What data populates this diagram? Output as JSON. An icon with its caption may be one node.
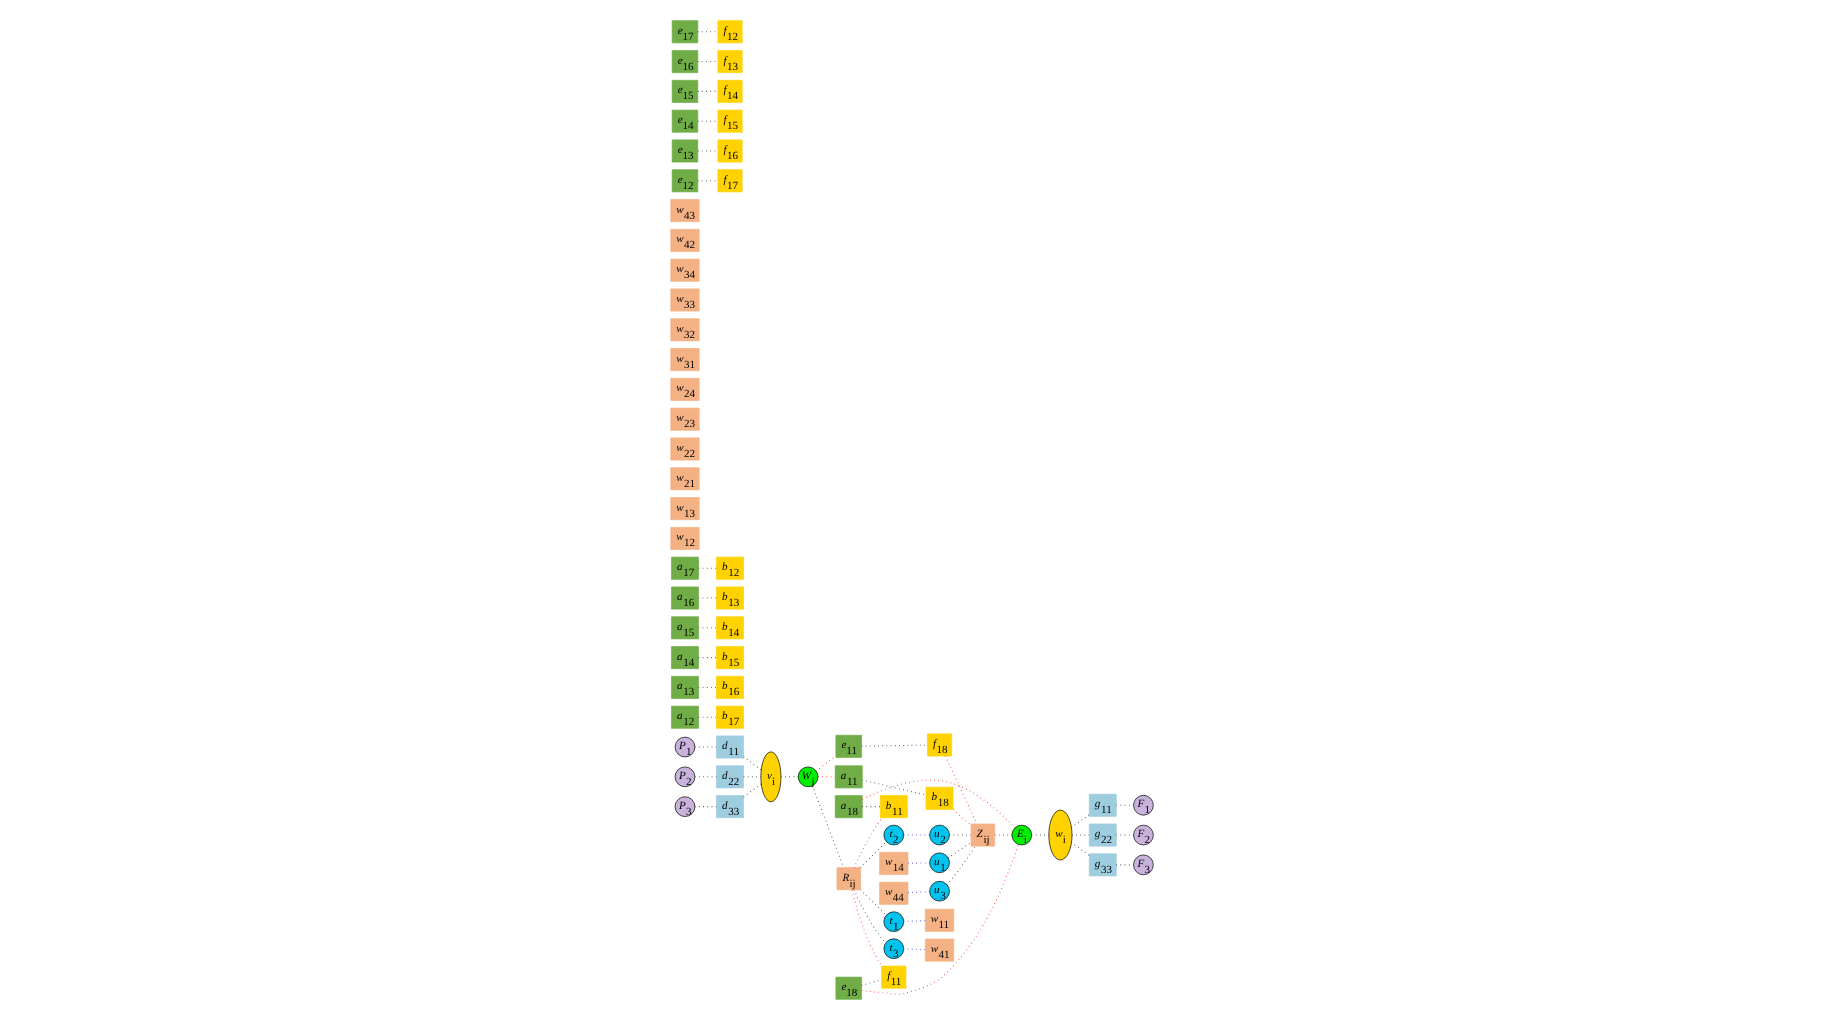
{
  "diagram": {
    "nodes": [
      {
        "text": [
          "a$_{11}$"
        ]
      },
      {
        "text": [
          "a$_{12}$"
        ]
      },
      {
        "text": [
          "a$_{13}$"
        ]
      },
      {
        "text": [
          "a$_{14}$"
        ]
      },
      {
        "text": [
          "a$_{15}$"
        ]
      },
      {
        "text": [
          "a$_{16}$"
        ]
      },
      {
        "text": [
          "a$_{17}$"
        ]
      },
      {
        "text": [
          "a$_{18}$"
        ]
      },
      {
        "text": [
          "b$_{11}$"
        ]
      },
      {
        "text": [
          "b$_{12}$"
        ]
      },
      {
        "text": [
          "b$_{13}$"
        ]
      },
      {
        "text": [
          "b$_{14}$"
        ]
      },
      {
        "text": [
          "b$_{15}$"
        ]
      },
      {
        "text": [
          "b$_{16}$"
        ]
      },
      {
        "text": [
          "b$_{17}$"
        ]
      },
      {
        "text": [
          "b$_{18}$"
        ]
      },
      {
        "text": [
          "P$_{1}$"
        ]
      },
      {
        "text": [
          "d$_{11}$"
        ]
      },
      {
        "text": [
          "t$_{1}$"
        ]
      },
      {
        "text": [
          "w$_{11}$"
        ]
      },
      {
        "text": [
          "w$_{12}$"
        ]
      },
      {
        "text": [
          "w$_{13}$"
        ]
      },
      {
        "text": [
          "w$_{14}$"
        ]
      },
      {
        "text": [
          "u$_{1}$"
        ]
      },
      {
        "text": [
          "g$_{11}$"
        ]
      },
      {
        "text": [
          "F$_{1}$"
        ]
      },
      {
        "text": [
          "w$_{21}$"
        ]
      },
      {
        "text": [
          "w$_{22}$"
        ]
      },
      {
        "text": [
          "w$_{23}$"
        ]
      },
      {
        "text": [
          "w$_{24}$"
        ]
      },
      {
        "text": [
          "P$_{2}$"
        ]
      },
      {
        "text": [
          "d$_{22}$"
        ]
      },
      {
        "text": [
          "v$_{i}$"
        ]
      },
      {
        "text": [
          "W$_{j}$"
        ]
      },
      {
        "text": [
          "R$_{ij}$"
        ]
      },
      {
        "text": [
          "t$_{2}$"
        ]
      },
      {
        "text": [
          "u$_{2}$"
        ]
      },
      {
        "text": [
          "Z$_{ij}$"
        ]
      },
      {
        "text": [
          "E$_{i}$"
        ]
      },
      {
        "text": [
          "w$_{i}$"
        ]
      },
      {
        "text": [
          "g$_{22}$"
        ]
      },
      {
        "text": [
          "F$_{2}$"
        ]
      },
      {
        "text": [
          "w$_{31}$"
        ]
      },
      {
        "text": [
          "w$_{32}$"
        ]
      },
      {
        "text": [
          "w$_{33}$"
        ]
      },
      {
        "text": [
          "w$_{34}$"
        ]
      },
      {
        "text": [
          "P$_{3}$"
        ]
      },
      {
        "text": [
          "d$_{33}$"
        ]
      },
      {
        "text": [
          "t$_{3}$"
        ]
      },
      {
        "text": [
          "w$_{41}$"
        ]
      },
      {
        "text": [
          "w$_{42}$"
        ]
      },
      {
        "text": [
          "w$_{43}$"
        ]
      },
      {
        "text": [
          "w$_{44}$"
        ]
      },
      {
        "text": [
          "u$_{3}$"
        ]
      },
      {
        "text": [
          "g$_{33}$"
        ]
      },
      {
        "text": [
          "F$_{3}$"
        ]
      },
      {
        "text": [
          "e$_{11}$"
        ]
      },
      {
        "text": [
          "e$_{12}$"
        ]
      },
      {
        "text": [
          "e$_{13}$"
        ]
      },
      {
        "text": [
          "e$_{14}$"
        ]
      },
      {
        "text": [
          "e$_{15}$"
        ]
      },
      {
        "text": [
          "e$_{16}$"
        ]
      },
      {
        "text": [
          "e$_{17}$"
        ]
      },
      {
        "text": [
          "e$_{18}$"
        ]
      },
      {
        "text": [
          "f$_{11}$"
        ]
      },
      {
        "text": [
          "f$_{12}$"
        ]
      },
      {
        "text": [
          "f$_{13}$"
        ]
      },
      {
        "text": [
          "f$_{14}$"
        ]
      },
      {
        "text": [
          "f$_{15}$"
        ]
      },
      {
        "text": [
          "f$_{16}$"
        ]
      },
      {
        "text": [
          "f$_{17}$"
        ]
      },
      {
        "text": [
          "f$_{18}$"
        ]
      }
    ],
    "edges": [
      {
        "from": 16,
        "to": 17,
        "arrow": "none"
      },
      {
        "from": 30,
        "to": 31,
        "arrow": "none"
      },
      {
        "from": 46,
        "to": 47,
        "arrow": "none"
      },
      {
        "from": 17,
        "to": 32,
        "arrow": "none"
      },
      {
        "from": 31,
        "to": 32,
        "arrow": "none"
      },
      {
        "from": 47,
        "to": 32,
        "arrow": "none"
      },
      {
        "from": 32,
        "to": 33,
        "arrow": "none"
      },
      {
        "from": 33,
        "to": 34,
        "arrow": "none"
      },
      {
        "from": 34,
        "to": 18,
        "arrow": "none"
      },
      {
        "from": 34,
        "to": 35,
        "arrow": "none"
      },
      {
        "from": 34,
        "to": 48,
        "arrow": "none"
      },
      {
        "from": 18,
        "to": 19,
        "arrow": "none",
        "color": "#3333ff"
      },
      {
        "from": 35,
        "to": 36,
        "arrow": "none",
        "color": "#3333ff"
      },
      {
        "from": 48,
        "to": 49,
        "arrow": "none",
        "color": "#3333ff"
      },
      {
        "from": 22,
        "to": 23,
        "arrow": "none",
        "color": "#3333ff"
      },
      {
        "from": 52,
        "to": 53,
        "arrow": "none",
        "color": "#3333ff"
      },
      {
        "from": 23,
        "to": 37,
        "arrow": "none"
      },
      {
        "from": 36,
        "to": 37,
        "arrow": "none"
      },
      {
        "from": 53,
        "to": 37,
        "arrow": "none"
      },
      {
        "from": 37,
        "to": 38,
        "arrow": "none"
      },
      {
        "from": 38,
        "to": 39,
        "arrow": "none"
      },
      {
        "from": 39,
        "to": 24,
        "arrow": "none"
      },
      {
        "from": 39,
        "to": 40,
        "arrow": "none"
      },
      {
        "from": 39,
        "to": 54,
        "arrow": "none"
      },
      {
        "from": 24,
        "to": 25,
        "arrow": "none"
      },
      {
        "from": 40,
        "to": 41,
        "arrow": "none"
      },
      {
        "from": 54,
        "to": 55,
        "arrow": "none"
      },
      {
        "from": 33,
        "to": 0,
        "arrow": "none",
        "color": "#ff2020"
      },
      {
        "from": 33,
        "to": 56,
        "arrow": "none",
        "color": "#ff2020"
      },
      {
        "from": 34,
        "to": 8,
        "arrow": "none",
        "color": "#ff2020"
      },
      {
        "from": 34,
        "to": 64,
        "arrow": "none",
        "color": "#ff2020"
      },
      {
        "from": 7,
        "to": 38,
        "arrow": "none",
        "color": "#ff2020"
      },
      {
        "from": 63,
        "to": 38,
        "arrow": "none",
        "color": "#ff2020"
      },
      {
        "from": 15,
        "to": 37,
        "arrow": "none",
        "color": "#ff2020"
      },
      {
        "from": 71,
        "to": 37,
        "arrow": "none",
        "color": "#ff2020"
      },
      {
        "from": 0,
        "to": 15,
        "arrow": "none"
      },
      {
        "from": 1,
        "to": 14,
        "arrow": "none"
      },
      {
        "from": 2,
        "to": 13,
        "arrow": "none"
      },
      {
        "from": 3,
        "to": 12,
        "arrow": "none"
      },
      {
        "from": 4,
        "to": 11,
        "arrow": "none"
      },
      {
        "from": 5,
        "to": 10,
        "arrow": "none"
      },
      {
        "from": 6,
        "to": 9,
        "arrow": "none"
      },
      {
        "from": 7,
        "to": 8,
        "arrow": "none"
      },
      {
        "from": 56,
        "to": 71,
        "arrow": "none"
      },
      {
        "from": 57,
        "to": 70,
        "arrow": "none"
      },
      {
        "from": 58,
        "to": 69,
        "arrow": "none"
      },
      {
        "from": 59,
        "to": 68,
        "arrow": "none"
      },
      {
        "from": 60,
        "to": 67,
        "arrow": "none"
      },
      {
        "from": 61,
        "to": 66,
        "arrow": "none"
      },
      {
        "from": 62,
        "to": 65,
        "arrow": "none"
      },
      {
        "from": 63,
        "to": 64,
        "arrow": "none"
      }
    ]
  }
}
